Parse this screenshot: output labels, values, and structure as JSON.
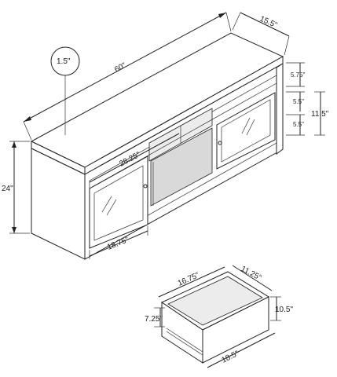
{
  "colors": {
    "ink": "#222222",
    "background": "#ffffff",
    "shade": "#ececec"
  },
  "dimensions": {
    "width": "60\"",
    "depth": "15.5\"",
    "height": "24\"",
    "top_thickness": "1.5\"",
    "top_shelf": "5.75\"",
    "cabinet_height": "11.5\"",
    "shelf_upper": "5.5\"",
    "shelf_lower": "5.5\"",
    "center_opening": "28.25\"",
    "door_width": "18.75\"",
    "drawer_depth": "16.75\"",
    "drawer_inner_width": "11.25\"",
    "drawer_height": "10.5\"",
    "drawer_side": "7.25\"",
    "drawer_width": "18.5\""
  }
}
